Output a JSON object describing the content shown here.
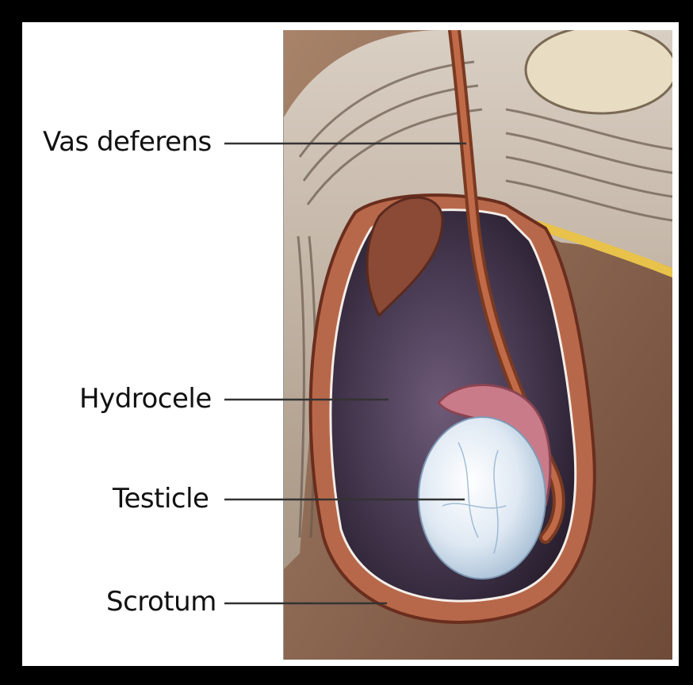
{
  "figure": {
    "labels": [
      {
        "id": "vas-deferens",
        "text": "Vas deferens"
      },
      {
        "id": "hydrocele",
        "text": "Hydrocele"
      },
      {
        "id": "testicle",
        "text": "Testicle"
      },
      {
        "id": "scrotum",
        "text": "Scrotum"
      }
    ]
  }
}
